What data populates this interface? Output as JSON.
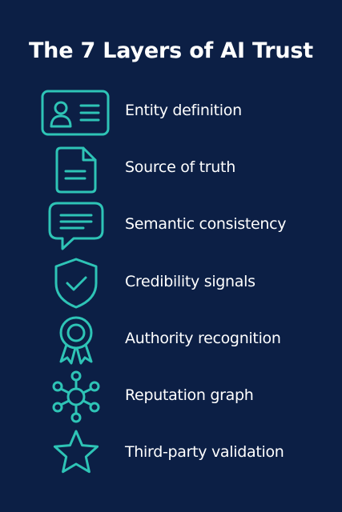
{
  "title": "The 7 Layers of AI Trust",
  "accent_color": "#2ec4b6",
  "background_color": "#0c1f45",
  "layers": [
    {
      "label": "Entity definition",
      "icon": "id-card-icon"
    },
    {
      "label": "Source of truth",
      "icon": "document-icon"
    },
    {
      "label": "Semantic consistency",
      "icon": "chat-bubble-icon"
    },
    {
      "label": "Credibility signals",
      "icon": "shield-check-icon"
    },
    {
      "label": "Authority recognition",
      "icon": "award-ribbon-icon"
    },
    {
      "label": "Reputation graph",
      "icon": "network-graph-icon"
    },
    {
      "label": "Third-party validation",
      "icon": "star-icon"
    }
  ]
}
